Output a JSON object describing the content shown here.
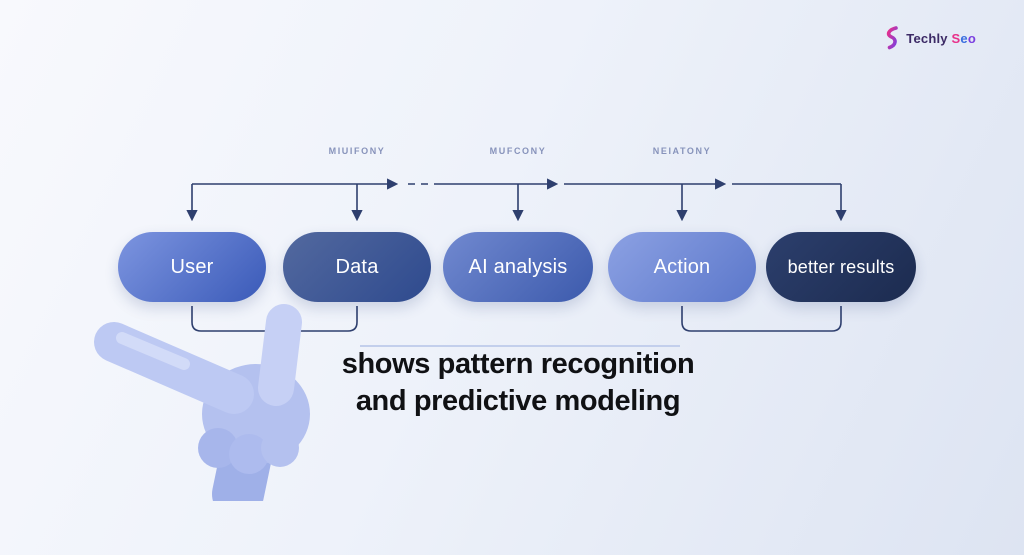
{
  "logo": {
    "brand": "Techly",
    "s": "S",
    "e": "e",
    "o": "o"
  },
  "flow": {
    "pills": [
      {
        "label": "User",
        "colors": [
          "#7d95e0",
          "#3a5ab8"
        ]
      },
      {
        "label": "Data",
        "colors": [
          "#53699f",
          "#2e4a8e"
        ]
      },
      {
        "label": "AI analysis",
        "colors": [
          "#7189d0",
          "#3c5aac"
        ]
      },
      {
        "label": "Action",
        "colors": [
          "#8ca1e3",
          "#5b77ca"
        ]
      },
      {
        "label": "better results",
        "colors": [
          "#2c3f6d",
          "#1c2b4f"
        ]
      }
    ],
    "top_labels": [
      "MIUIFONY",
      "MUFCONY",
      "NEIATONY"
    ]
  },
  "caption": {
    "line1": "shows pattern recognition",
    "line2": "and predictive modeling"
  },
  "colors": {
    "connector": "#2e3f6e",
    "light_connector": "#c3cfec",
    "label_text": "#8793bb",
    "background_from": "#f8f9fd",
    "background_to": "#dde4f2",
    "hand_main": "#b9c5f0",
    "logo_pink": "#e8308a",
    "logo_purple": "#7a3fe0"
  }
}
